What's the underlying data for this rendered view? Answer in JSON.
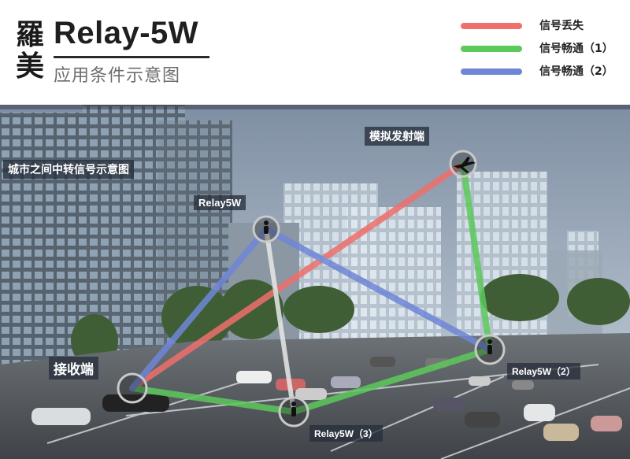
{
  "header": {
    "logo_chars": [
      "羅",
      "美"
    ],
    "title": "Relay-5W",
    "subtitle": "应用条件示意图"
  },
  "legend": [
    {
      "label": "信号丢失",
      "color": "#ef6f6c"
    },
    {
      "label": "信号畅通（1）",
      "color": "#5cc95b"
    },
    {
      "label": "信号畅通（2）",
      "color": "#6f86d6"
    }
  ],
  "scene": {
    "caption": "城市之间中转信号示意图",
    "labels": {
      "transmitter": "模拟发射端",
      "relay_top": "Relay5W",
      "receiver": "接收端",
      "relay_2": "Relay5W（2）",
      "relay_3": "Relay5W（3）"
    },
    "icons": {
      "transmitter": "airplane-icon",
      "relay": "pedestrian-icon"
    }
  }
}
